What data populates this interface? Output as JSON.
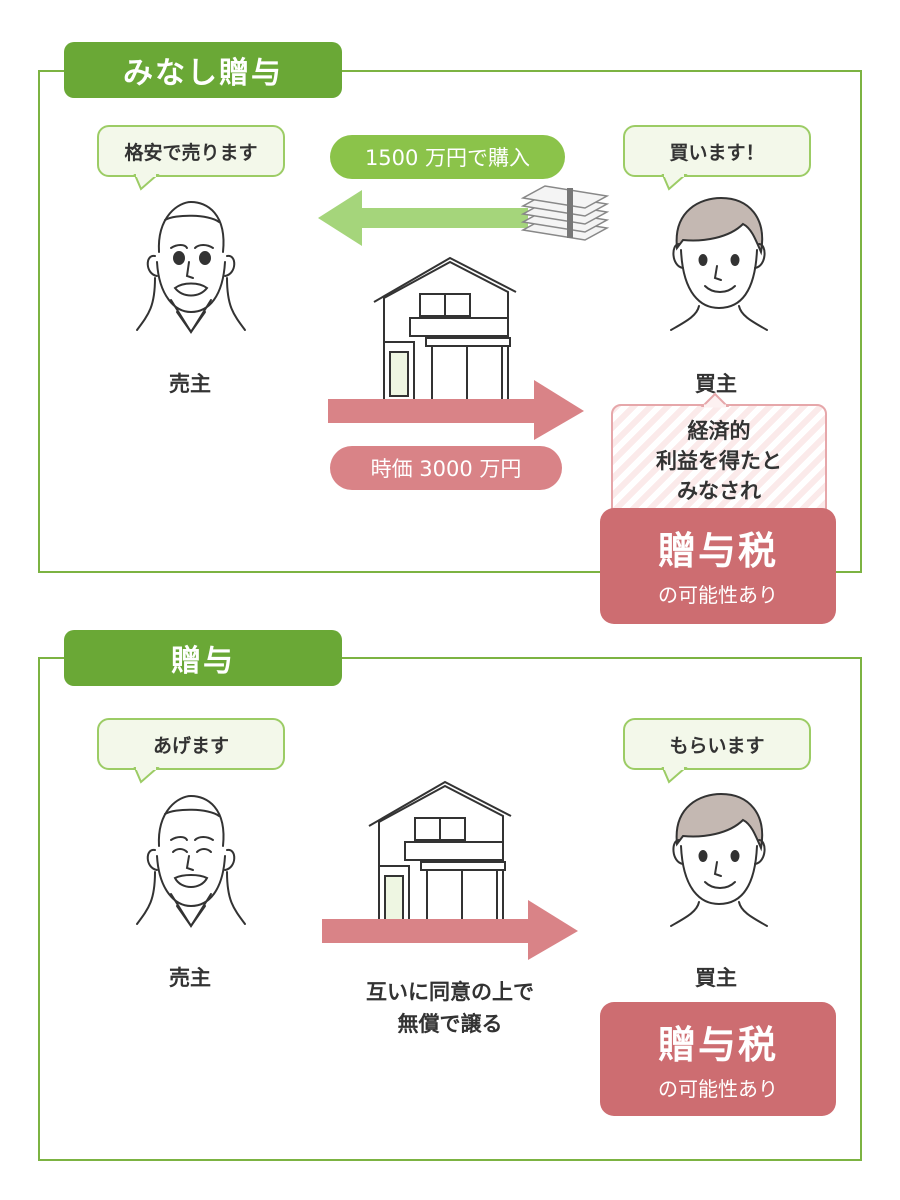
{
  "section1": {
    "title": "みなし贈与",
    "seller_bubble": "格安で売ります",
    "buyer_bubble": "買います！",
    "payment_label": "1500 万円で購入",
    "market_label": "時価 3000 万円",
    "seller_label": "売主",
    "buyer_label": "買主",
    "benefit_line1": "経済的",
    "benefit_line2": "利益を得たと",
    "benefit_line3": "みなされ",
    "tax_title": "贈与税",
    "tax_sub": "の可能性あり"
  },
  "section2": {
    "title": "贈与",
    "seller_bubble": "あげます",
    "buyer_bubble": "もらいます",
    "seller_label": "売主",
    "buyer_label": "買主",
    "center_line1": "互いに同意の上で",
    "center_line2": "無償で譲る",
    "tax_title": "贈与税",
    "tax_sub": "の可能性あり"
  },
  "colors": {
    "green_dark": "#6aa836",
    "green_light": "#8bc34a",
    "red_arrow": "#d98387",
    "tax_box": "#cd6d71"
  }
}
